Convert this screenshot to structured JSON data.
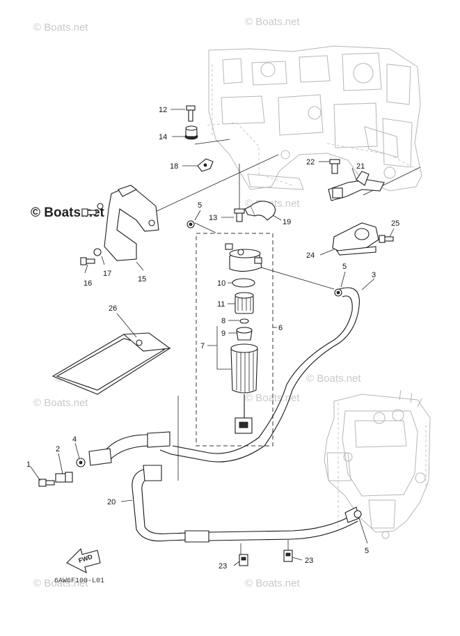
{
  "watermarks": [
    "© Boats.net",
    "© Boats.net",
    "© Boats.net",
    "© Boats.net",
    "© Boats.net",
    "© Boats.net",
    "© Boats.net",
    "© Boats.net",
    "© Boats.net"
  ],
  "main_watermark": "© Boats.net",
  "diagram_code": "6AW6F100-L01",
  "fwd_label": "FWD",
  "callouts": [
    "1",
    "2",
    "3",
    "4",
    "5",
    "5",
    "5",
    "6",
    "7",
    "8",
    "9",
    "10",
    "11",
    "12",
    "13",
    "14",
    "15",
    "16",
    "17",
    "18",
    "19",
    "20",
    "21",
    "22",
    "23",
    "23",
    "24",
    "25",
    "26"
  ]
}
